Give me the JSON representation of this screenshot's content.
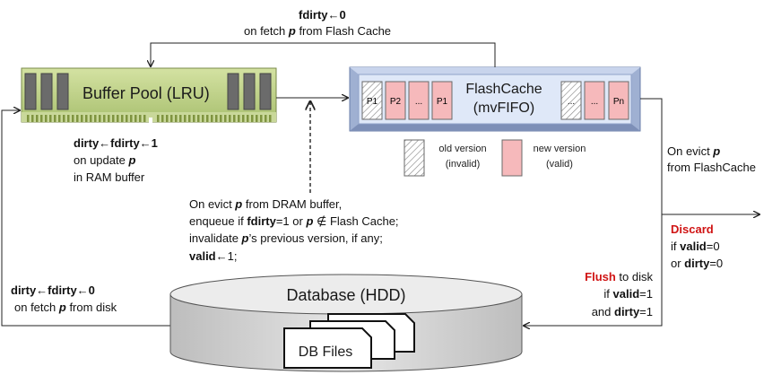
{
  "buffer_pool": {
    "title": "Buffer Pool (LRU)"
  },
  "flash_cache": {
    "title_line1": "FlashCache",
    "title_line2": "(mvFIFO)",
    "slots": [
      "P1",
      "P2",
      "...",
      "P1",
      "...",
      "...",
      "Pn"
    ]
  },
  "legend": {
    "old_line1": "old version",
    "old_line2": "(invalid)",
    "new_line1": "new version",
    "new_line2": "(valid)"
  },
  "top_label": {
    "assign": "fdirty←0",
    "line2_pre": "on fetch ",
    "line2_p": "p",
    "line2_post": " from Flash Cache"
  },
  "update_label": {
    "assign": "dirty←fdirty←1",
    "line2_pre": "on update ",
    "line2_p": "p",
    "line3": "in RAM buffer"
  },
  "evict_dram_label": {
    "line1_pre": "On evict ",
    "line1_p": "p",
    "line1_post": " from DRAM buffer,",
    "line2_pre": "enqueue if ",
    "line2_fdirty": "fdirty",
    "line2_mid": "=1 or ",
    "line2_p": "p",
    "line2_post": " ∉ Flash Cache;",
    "line3_pre": "invalidate ",
    "line3_p": "p",
    "line3_post": "’s previous version, if any;",
    "line4_valid": "valid",
    "line4_post": "←1;"
  },
  "evict_flash_label": {
    "line1_pre": "On evict ",
    "line1_p": "p",
    "line2": "from FlashCache"
  },
  "discard_label": {
    "title": "Discard",
    "line2_pre": "if ",
    "line2_valid": "valid",
    "line2_post": "=0",
    "line3_pre": "or ",
    "line3_dirty": "dirty",
    "line3_post": "=0"
  },
  "flush_label": {
    "title": "Flush",
    "title_post": " to disk",
    "line2_pre": "if ",
    "line2_valid": "valid",
    "line2_post": "=1",
    "line3_pre": "and ",
    "line3_dirty": "dirty",
    "line3_post": "=1"
  },
  "disk_fetch_label": {
    "assign": "dirty←fdirty←0",
    "line2_pre": "on fetch ",
    "line2_p": "p",
    "line2_post": " from disk"
  },
  "database": {
    "title": "Database (HDD)",
    "files_label": "DB Files"
  },
  "colors": {
    "ram_board": "#bfd28a",
    "chip": "#6b6b6b",
    "flash_frame": "#a9b8d6",
    "flash_body": "#dfe8f8",
    "new_version": "#f6b9bb",
    "discard_red": "#d01414",
    "cylinder_top": "#e8e8e8",
    "cylinder_side": "#cfcfcf"
  }
}
